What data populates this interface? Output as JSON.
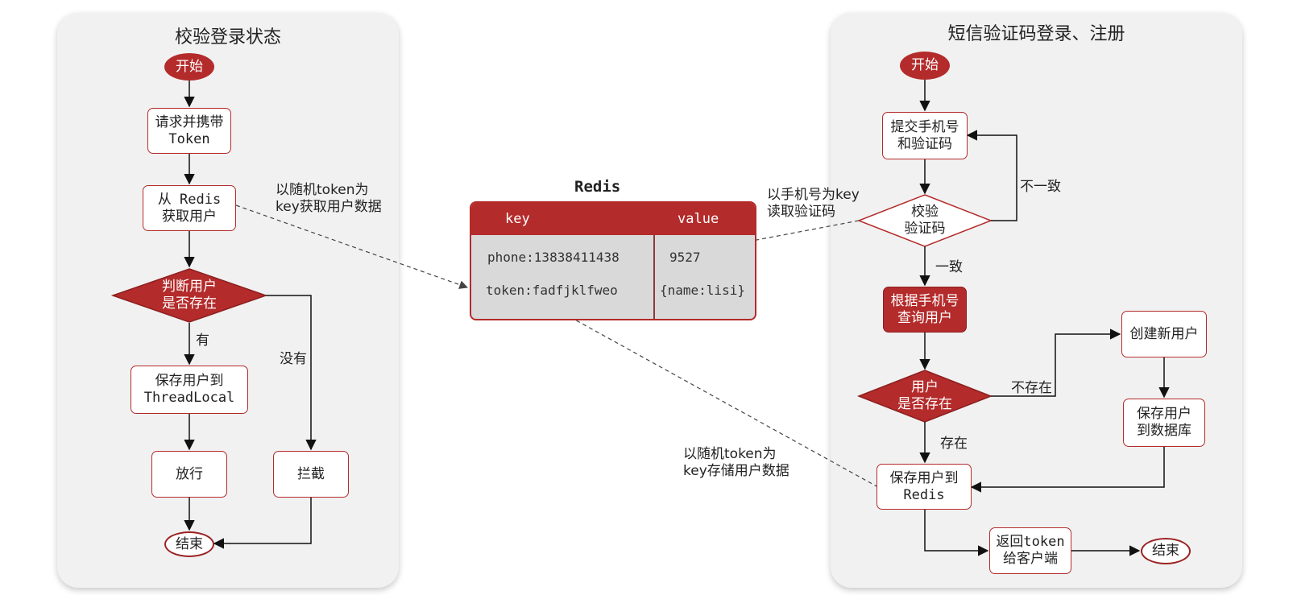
{
  "colors": {
    "accent": "#b42b2b",
    "panel_bg": "#f1f1f1",
    "table_bg": "#d9d9d9"
  },
  "left_panel": {
    "title": "校验登录状态",
    "start": "开始",
    "request": "请求并携带\nToken",
    "get_user": "从 Redis\n获取用户",
    "decision": "判断用户\n是否存在",
    "yes_label": "有",
    "no_label": "没有",
    "save_threadlocal": "保存用户到\nThreadLocal",
    "pass": "放行",
    "block": "拦截",
    "end": "结束"
  },
  "redis": {
    "title": "Redis",
    "headers": {
      "key": "key",
      "value": "value"
    },
    "rows": [
      {
        "key": "phone:13838411438",
        "value": "9527"
      },
      {
        "key": "token:fadfjklfweo",
        "value": "{name:lisi}"
      }
    ]
  },
  "annotations": {
    "get_by_token": "以随机token为\nkey获取用户数据",
    "read_code": "以手机号为key\n读取验证码",
    "store_by_token": "以随机token为\nkey存储用户数据"
  },
  "right_panel": {
    "title": "短信验证码登录、注册",
    "start": "开始",
    "submit": "提交手机号\n和验证码",
    "verify": "校验\n验证码",
    "mismatch_label": "不一致",
    "match_label": "一致",
    "query_user": "根据手机号\n查询用户",
    "exists_decision": "用户\n是否存在",
    "not_exist_label": "不存在",
    "exist_label": "存在",
    "create_user": "创建新用户",
    "save_db": "保存用户\n到数据库",
    "save_redis": "保存用户到\nRedis",
    "return_token": "返回token\n给客户端",
    "end": "结束"
  }
}
